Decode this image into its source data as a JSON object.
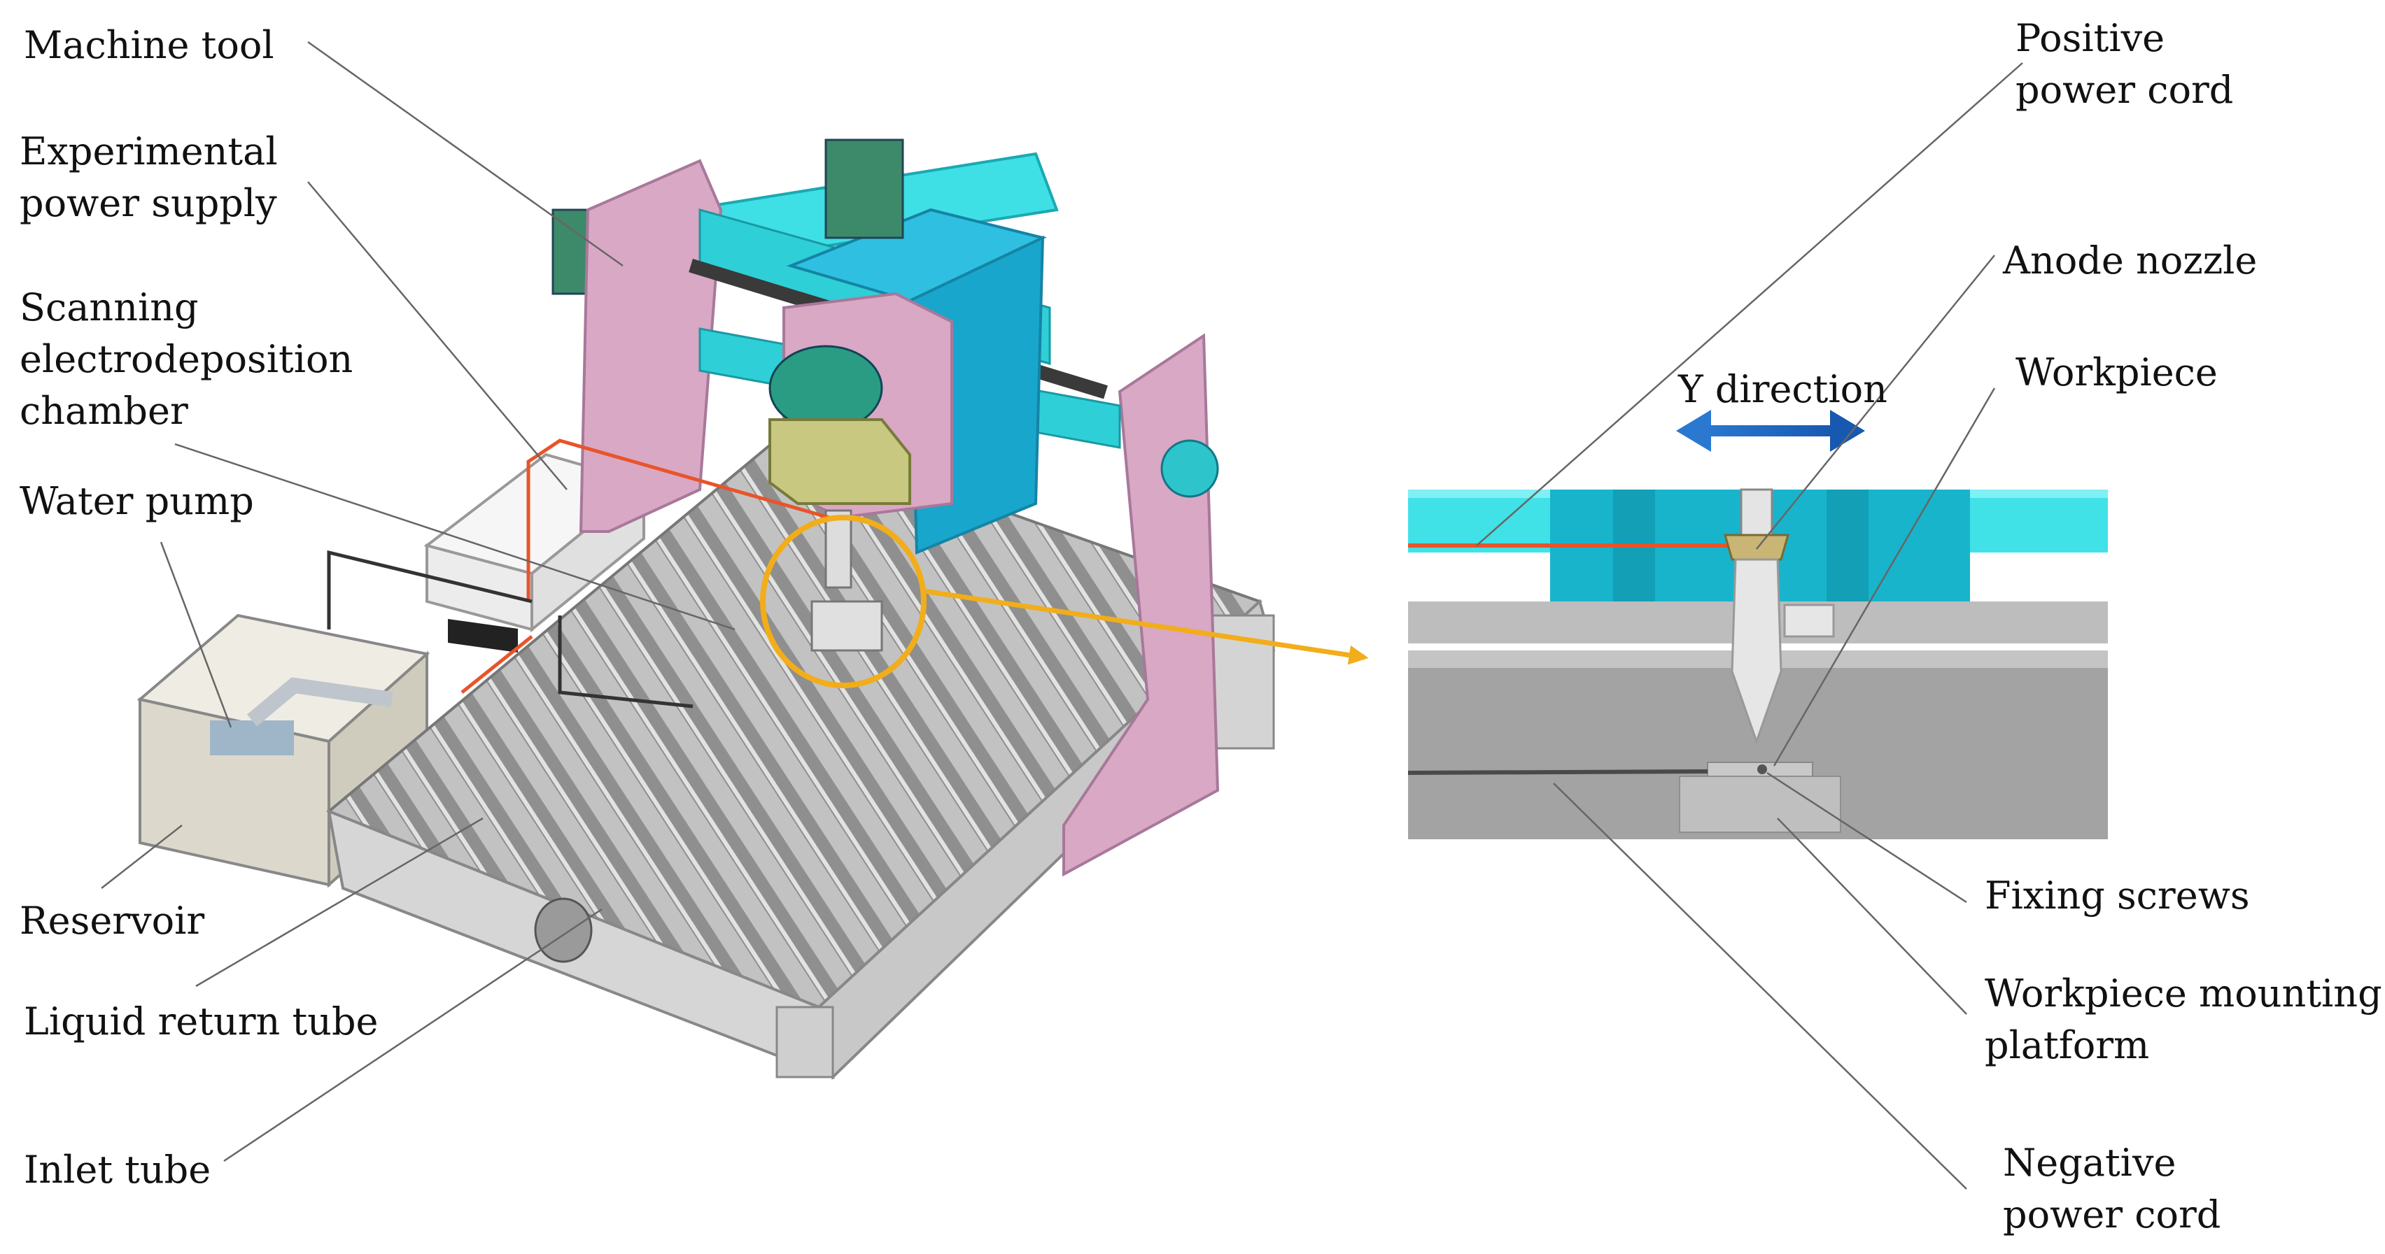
{
  "labels": {
    "machine_tool": "Machine tool",
    "experimental_power_supply": "Experimental\npower supply",
    "scanning_chamber": "Scanning\nelectrodeposition\nchamber",
    "water_pump": "Water pump",
    "reservoir": "Reservoir",
    "liquid_return_tube": "Liquid return tube",
    "inlet_tube": "Inlet tube",
    "positive_power_cord": "Positive\npower cord",
    "anode_nozzle": "Anode nozzle",
    "workpiece": "Workpiece",
    "y_direction": "Y direction",
    "fixing_screws": "Fixing screws",
    "workpiece_mounting_platform": "Workpiece mounting\nplatform",
    "negative_power_cord": "Negative\npower cord"
  },
  "colors": {
    "frame_pink": "#d9a8c4",
    "gantry_cyan": "#33d6df",
    "bed_gray": "#b9b9b9",
    "callout_orange": "#f2ad1a",
    "arrow_blue": "#1d6fc8",
    "positive_cord": "#e8542a",
    "leader": "#666666"
  }
}
